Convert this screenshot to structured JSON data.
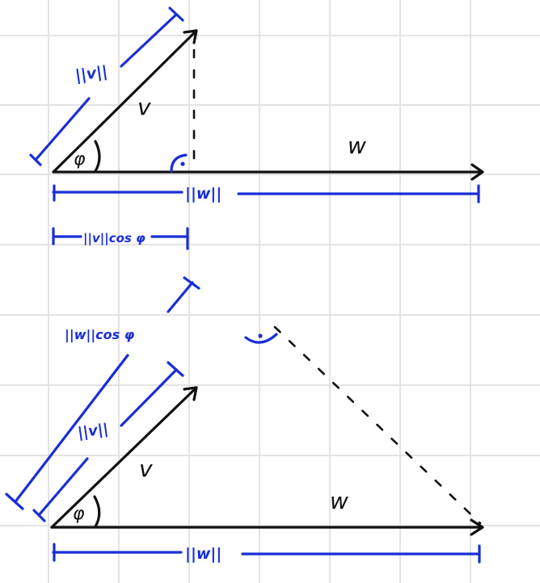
{
  "colors": {
    "ink_black": "#111111",
    "ink_blue": "#1a2ed6",
    "grid": "#e3e3e3",
    "background": "#ffffff"
  },
  "top_diagram": {
    "vector_v_label": "v",
    "vector_w_label": "w",
    "angle_label": "φ",
    "right_angle_marker": "·",
    "norm_v_label": "||v||",
    "norm_w_label": "||w||",
    "projection_label": "||v||cos φ"
  },
  "bottom_diagram": {
    "vector_v_label": "v",
    "vector_w_label": "w",
    "angle_label": "φ",
    "right_angle_marker": "·",
    "norm_v_label": "||v||",
    "norm_w_label": "||w||",
    "projection_label": "||w||cos φ"
  }
}
